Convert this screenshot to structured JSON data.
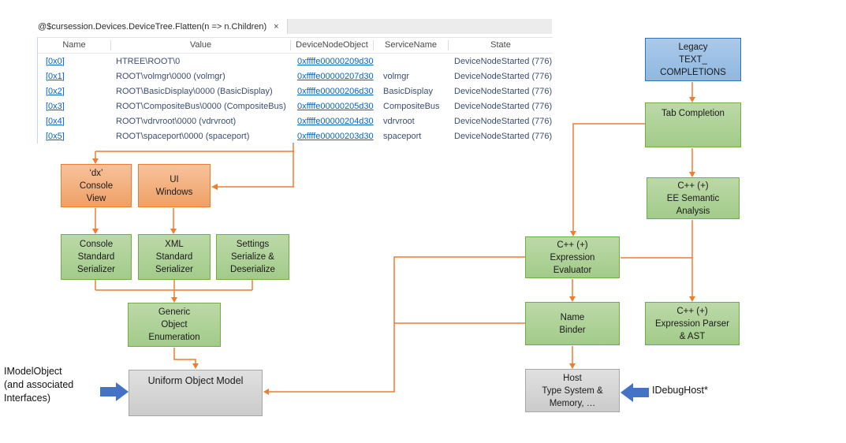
{
  "tab_bar": {
    "tab_label": "@$cursession.Devices.DeviceTree.Flatten(n => n.Children)",
    "close_label": "×"
  },
  "watch_table": {
    "columns": [
      "Name",
      "Value",
      "DeviceNodeObject",
      "ServiceName",
      "State"
    ],
    "rows": [
      {
        "name": "[0x0]",
        "value": "HTREE\\ROOT\\0",
        "device_node_object": "0xffffe00000209d30",
        "service_name": "",
        "state": "DeviceNodeStarted (776)"
      },
      {
        "name": "[0x1]",
        "value": "ROOT\\volmgr\\0000 (volmgr)",
        "device_node_object": "0xffffe00000207d30",
        "service_name": "volmgr",
        "state": "DeviceNodeStarted (776)"
      },
      {
        "name": "[0x2]",
        "value": "ROOT\\BasicDisplay\\0000 (BasicDisplay)",
        "device_node_object": "0xffffe00000206d30",
        "service_name": "BasicDisplay",
        "state": "DeviceNodeStarted (776)"
      },
      {
        "name": "[0x3]",
        "value": "ROOT\\CompositeBus\\0000 (CompositeBus)",
        "device_node_object": "0xffffe00000205d30",
        "service_name": "CompositeBus",
        "state": "DeviceNodeStarted (776)"
      },
      {
        "name": "[0x4]",
        "value": "ROOT\\vdrvroot\\0000 (vdrvroot)",
        "device_node_object": "0xffffe00000204d30",
        "service_name": "vdrvroot",
        "state": "DeviceNodeStarted (776)"
      },
      {
        "name": "[0x5]",
        "value": "ROOT\\spaceport\\0000 (spaceport)",
        "device_node_object": "0xffffe00000203d30",
        "service_name": "spaceport",
        "state": "DeviceNodeStarted (776)"
      }
    ]
  },
  "diagram": {
    "boxes": {
      "legacy": [
        "Legacy",
        "TEXT_",
        "COMPLETIONS"
      ],
      "tab_completion": [
        "Tab Completion"
      ],
      "ee_semantic_analysis": [
        "C++ (+)",
        "EE Semantic",
        "Analysis"
      ],
      "dx_console_view": [
        "‘dx’",
        "Console",
        "View"
      ],
      "ui_windows": [
        "UI",
        "Windows"
      ],
      "console_serializer": [
        "Console",
        "Standard",
        "Serializer"
      ],
      "xml_serializer": [
        "XML",
        "Standard",
        "Serializer"
      ],
      "settings_serializer": [
        "Settings",
        "Serialize &",
        "Deserialize"
      ],
      "generic_object_enumeration": [
        "Generic",
        "Object",
        "Enumeration"
      ],
      "uniform_object_model": [
        "Uniform Object Model"
      ],
      "expression_evaluator": [
        "C++ (+)",
        "Expression",
        "Evaluator"
      ],
      "name_binder": [
        "Name",
        "Binder"
      ],
      "expression_parser": [
        "C++ (+)",
        "Expression Parser",
        "& AST"
      ],
      "host_type_system": [
        "Host",
        "Type System &",
        "Memory, …"
      ]
    },
    "labels": {
      "imodelobject": [
        "IModelObject",
        "(and associated",
        "Interfaces)"
      ],
      "idebughost": "IDebugHost*"
    },
    "colors": {
      "connector_orange": "#ED7D31",
      "block_arrow_blue": "#4472C4",
      "box_green_fill": "#A9D18E",
      "box_green_border": "#70AD47",
      "box_blue_fill": "#9DC3E6",
      "box_blue_border": "#2E75B6",
      "box_salmon_fill": "#F4B183",
      "box_salmon_border": "#ED7D31",
      "box_gray_fill": "#D9D9D9",
      "box_gray_border": "#A6A6A6",
      "link_blue": "#0563C1",
      "value_text_navy": "#3D4D71"
    }
  }
}
